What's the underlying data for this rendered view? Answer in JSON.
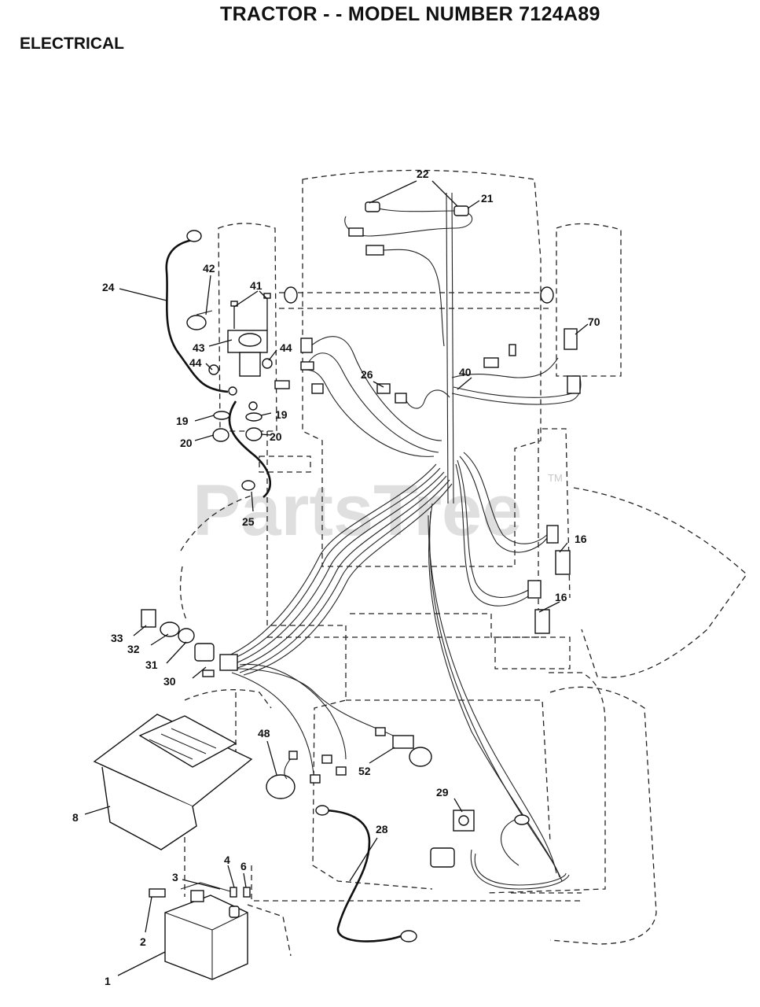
{
  "header": {
    "title": "TRACTOR - - MODEL NUMBER 7124A89",
    "section": "ELECTRICAL"
  },
  "watermark": {
    "text": "PartsTree",
    "trademark": "TM"
  },
  "callouts": {
    "p1": "1",
    "p2": "2",
    "p3": "3",
    "p4": "4",
    "p6": "6",
    "p8": "8",
    "p16a": "16",
    "p16b": "16",
    "p19a": "19",
    "p19b": "19",
    "p20a": "20",
    "p20b": "20",
    "p21": "21",
    "p22": "22",
    "p24": "24",
    "p25": "25",
    "p26": "26",
    "p28": "28",
    "p29": "29",
    "p30": "30",
    "p31": "31",
    "p32": "32",
    "p33": "33",
    "p40": "40",
    "p41": "41",
    "p42": "42",
    "p43": "43",
    "p44a": "44",
    "p44b": "44",
    "p48": "48",
    "p52": "52",
    "p70": "70"
  }
}
